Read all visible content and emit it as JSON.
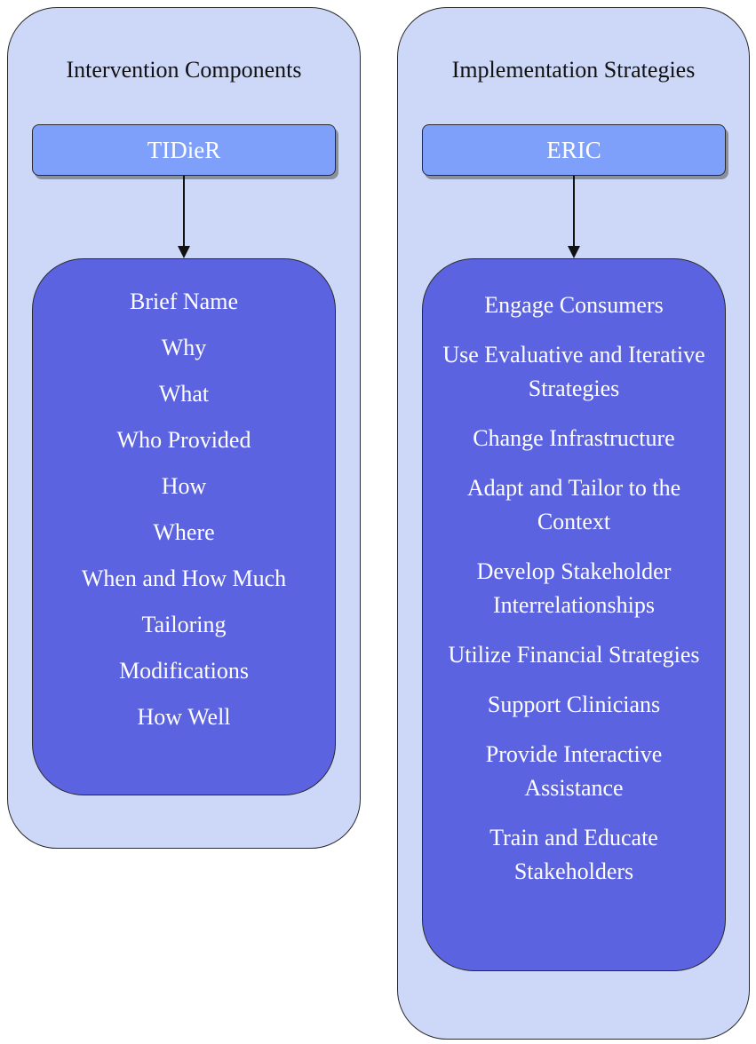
{
  "left_panel": {
    "title": "Intervention Components",
    "header": "TIDieR",
    "items": [
      "Brief Name",
      "Why",
      "What",
      "Who Provided",
      "How",
      "Where",
      "When and How Much",
      "Tailoring",
      "Modifications",
      "How Well"
    ]
  },
  "right_panel": {
    "title": "Implementation Strategies",
    "header": "ERIC",
    "items": [
      "Engage Consumers",
      "Use Evaluative and Iterative Strategies",
      "Change Infrastructure",
      "Adapt and Tailor to the Context",
      "Develop Stakeholder Interrelationships",
      "Utilize Financial Strategies",
      "Support Clinicians",
      "Provide Interactive Assistance",
      "Train and Educate Stakeholders"
    ]
  },
  "colors": {
    "panel_fill": "#cdd8f8",
    "header_fill": "#7ea0fb",
    "content_fill": "#5c63e0",
    "text_light": "#ffffff"
  }
}
